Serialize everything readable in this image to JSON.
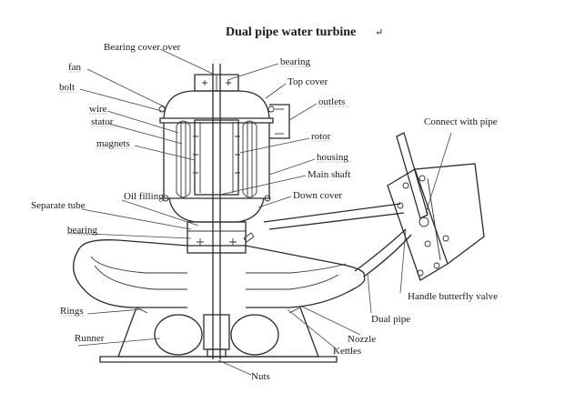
{
  "title": "Dual pipe water turbine",
  "mark": "↵",
  "labels": {
    "bearing_cover_over": "Bearing cover over",
    "fan": "fan",
    "bolt": "bolt",
    "wire": "wire",
    "stator": "stator",
    "magnets": "magnets",
    "bearing_top": "bearing",
    "top_cover": "Top cover",
    "outlets": "outlets",
    "rotor": "rotor",
    "housing": "housing",
    "main_shaft": "Main shaft",
    "down_cover": "Down cover",
    "oil_filling": "Oil filling",
    "separate_tube": "Separate tube",
    "bearing_bottom": "bearing",
    "connect_with_pipe": "Connect with pipe",
    "handle_butterfly_valve": "Handle butterfly valve",
    "dual_pipe": "Dual pipe",
    "rings": "Rings",
    "runner": "Runner",
    "nozzle": "Nozzle",
    "kettles": "Kettles",
    "nuts": "Nuts"
  }
}
